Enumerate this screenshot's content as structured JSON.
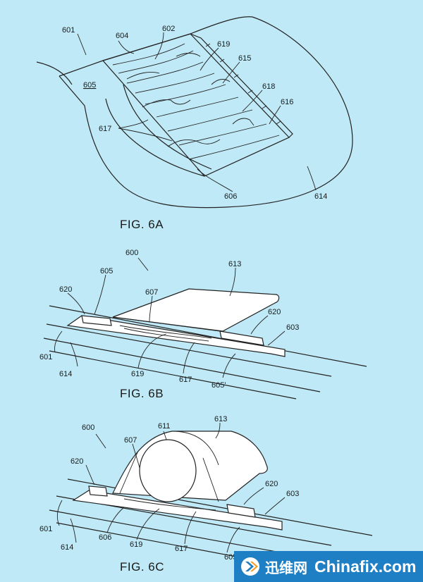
{
  "fig6a": {
    "caption": "FIG. 6A",
    "labels": {
      "l601": "601",
      "l604": "604",
      "l602": "602",
      "l619": "619",
      "l615": "615",
      "l605": "605",
      "l618": "618",
      "l616": "616",
      "l617": "617",
      "l606": "606",
      "l614": "614"
    }
  },
  "fig6b": {
    "caption": "FIG. 6B",
    "labels": {
      "l600": "600",
      "l613": "613",
      "l605": "605",
      "l620a": "620",
      "l607": "607",
      "l620b": "620",
      "l603": "603",
      "l601": "601",
      "l614": "614",
      "l619": "619",
      "l617": "617",
      "l605p": "605'"
    }
  },
  "fig6c": {
    "caption": "FIG. 6C",
    "labels": {
      "l600": "600",
      "l611": "611",
      "l613": "613",
      "l607": "607",
      "l620a": "620",
      "l620b": "620",
      "l603": "603",
      "l601": "601",
      "l606": "606",
      "l614": "614",
      "l619": "619",
      "l617": "617",
      "l605": "605"
    }
  },
  "watermark": {
    "cn_text": "迅维网",
    "en_text": "Chinafix.com"
  },
  "colors": {
    "background": "#bfe9f6",
    "watermark": "#1f7fc4"
  }
}
